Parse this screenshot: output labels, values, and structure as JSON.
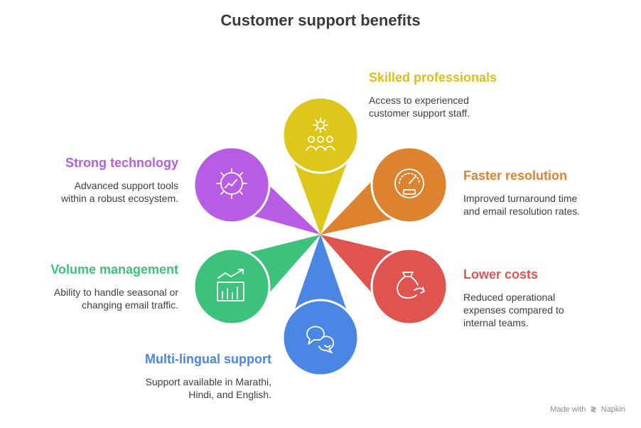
{
  "title": "Customer support benefits",
  "colors": {
    "yellow": "#DEC71B",
    "orange": "#DD8330",
    "red": "#E05450",
    "blue": "#4A86E3",
    "green": "#3CC27B",
    "purple": "#B85CE6"
  },
  "benefits": [
    {
      "heading": "Skilled professionals",
      "desc1": "Access to experienced",
      "desc2": "customer support staff.",
      "icon": "team-gear-icon"
    },
    {
      "heading": "Faster resolution",
      "desc1": "Improved turnaround time",
      "desc2": "and email resolution rates.",
      "icon": "speedometer-icon"
    },
    {
      "heading": "Lower costs",
      "desc1": "Reduced operational",
      "desc2": "expenses compared to",
      "desc3": "internal teams.",
      "icon": "money-bag-icon"
    },
    {
      "heading": "Multi-lingual support",
      "desc1": "Support available in Marathi,",
      "desc2": "Hindi, and English.",
      "icon": "speech-bubbles-icon"
    },
    {
      "heading": "Volume management",
      "desc1": "Ability to handle seasonal or",
      "desc2": "changing email traffic.",
      "icon": "growth-chart-icon"
    },
    {
      "heading": "Strong technology",
      "desc1": "Advanced support tools",
      "desc2": "within a robust ecosystem.",
      "icon": "gear-chart-icon"
    }
  ],
  "footer": {
    "prefix": "Made with",
    "brand": "Napkin"
  }
}
